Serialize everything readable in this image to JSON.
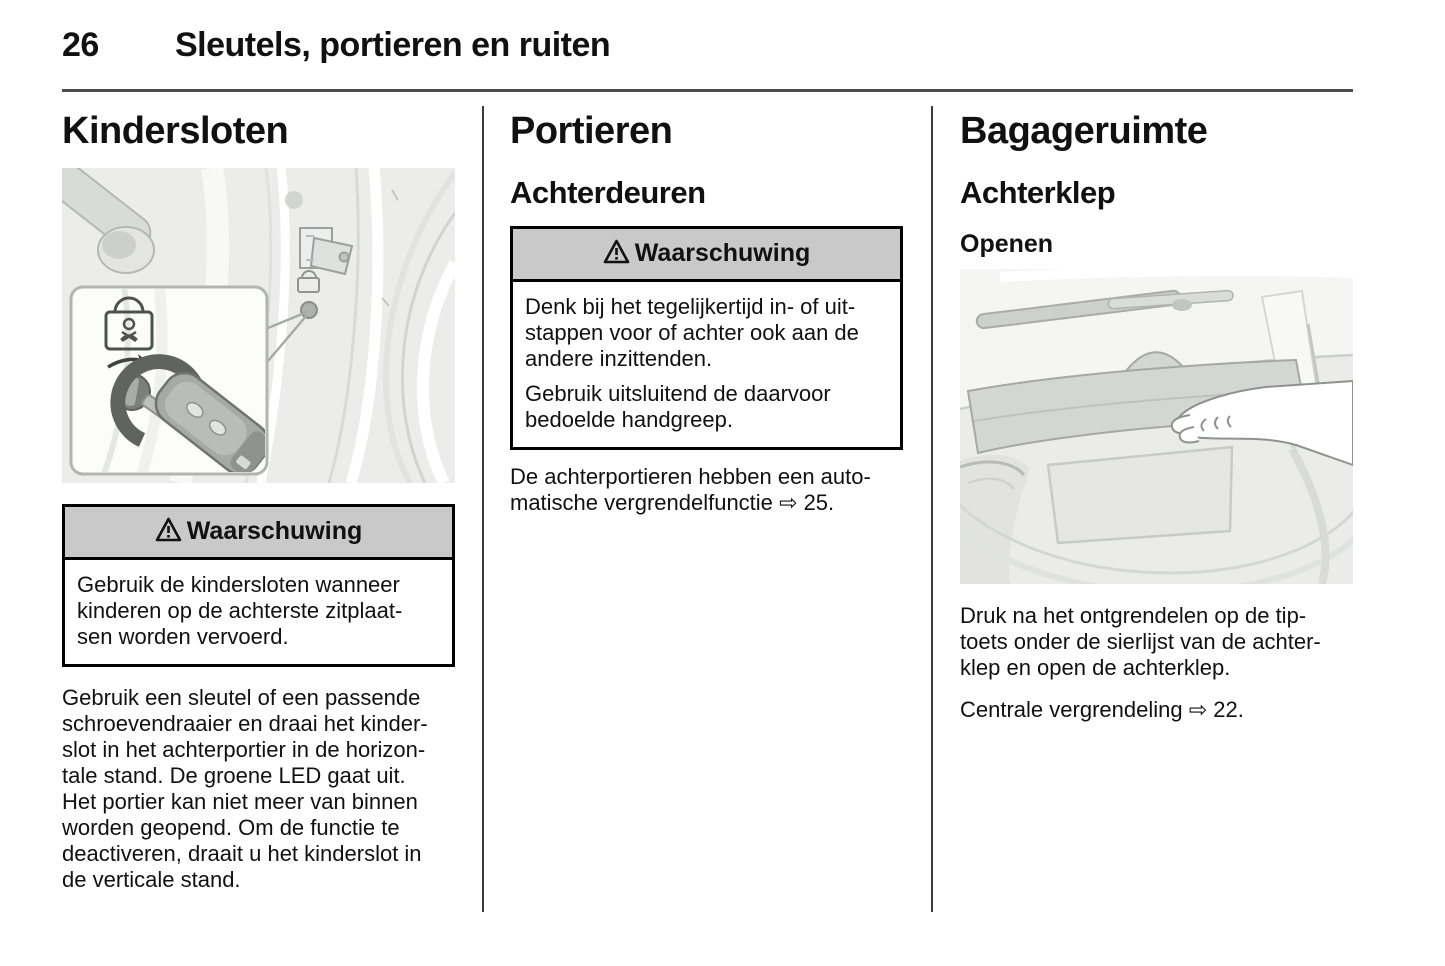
{
  "page": {
    "number": "26",
    "chapter_title": "Sleutels, portieren en ruiten"
  },
  "warning_label": "Waarschuwing",
  "icons": {
    "warning_triangle": "⚠",
    "page_reference_arrow": "⇨",
    "left_illustration": "child-lock-door-key-illustration",
    "right_illustration": "tailgate-open-hand-illustration"
  },
  "columns": {
    "left": {
      "heading": "Kindersloten",
      "warning_text": "Gebruik de kindersloten wanneer\nkinderen op de achterste zitplaat-\nsen worden vervoerd.",
      "body": "Gebruik een sleutel of een passende\nschroevendraaier en draai het kinder-\nslot in het achterportier in de horizon-\ntale stand. De groene LED gaat uit.\nHet portier kan niet meer van binnen\nworden geopend. Om de functie te\ndeactiveren, draait u het kinderslot in\nde verticale stand."
    },
    "middle": {
      "heading": "Portieren",
      "subheading": "Achterdeuren",
      "warning_paragraphs": [
        "Denk bij het tegelijkertijd in- of uit-\nstappen voor of achter ook aan de\nandere inzittenden.",
        "Gebruik uitsluitend de daarvoor\nbedoelde handgreep."
      ],
      "body": "De achterportieren hebben een auto-\nmatische vergrendelfunctie ⇨ 25."
    },
    "right": {
      "heading": "Bagageruimte",
      "subheading": "Achterklep",
      "subsubheading": "Openen",
      "body": "Druk na het ontgrendelen op de tip-\ntoets onder de sierlijst van de achter-\nklep en open de achterklep.",
      "body2": "Centrale vergrendeling ⇨ 22."
    }
  }
}
